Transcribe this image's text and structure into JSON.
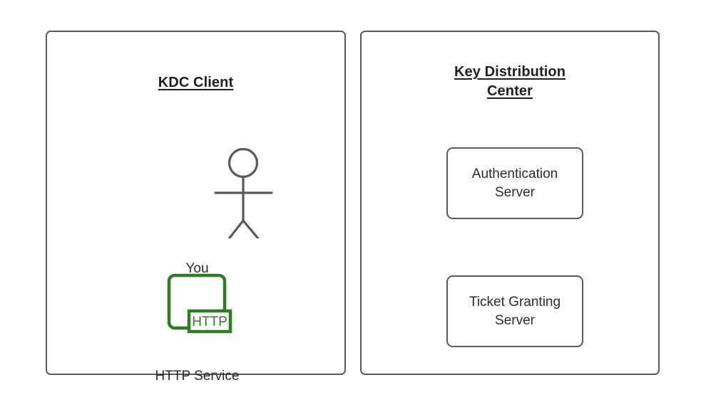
{
  "diagram": {
    "type": "kerberos-architecture-diagram",
    "background_color": "#ffffff",
    "stroke_color": "#595959",
    "text_color": "#2b2b2b",
    "title_color": "#1f1f1f",
    "accent_color": "#2e7d22"
  },
  "client_panel": {
    "title": "KDC Client",
    "actor": {
      "icon": "stick-figure-person-icon",
      "caption": "You"
    },
    "service": {
      "icon": "http-service-icon",
      "badge_text": "HTTP",
      "caption": "HTTP Service",
      "color": "#2e7d22"
    }
  },
  "kdc_panel": {
    "title_line_1": "Key Distribution",
    "title_line_2": "Center",
    "servers": [
      {
        "label": "Authentication\nServer"
      },
      {
        "label": "Ticket Granting\nServer"
      }
    ]
  }
}
